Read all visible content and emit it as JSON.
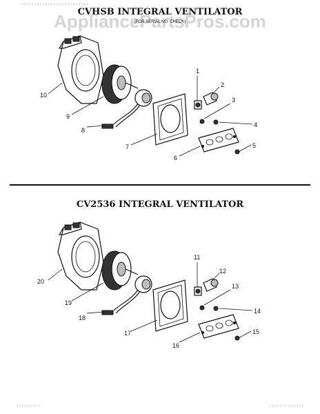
{
  "watermark": "AppliancePartsPros.com",
  "sections": [
    {
      "title": "CVHSB INTEGRAL VENTILATOR",
      "subtitle": "(FOR SERIAL NO. CHECK)",
      "callouts": [
        "1",
        "2",
        "3",
        "4",
        "5",
        "6",
        "7",
        "8",
        "9",
        "10"
      ]
    },
    {
      "title": "CV2536 INTEGRAL VENTILATOR",
      "callouts": [
        "11",
        "12",
        "13",
        "14",
        "15",
        "16",
        "17",
        "18",
        "19",
        "20"
      ]
    }
  ]
}
